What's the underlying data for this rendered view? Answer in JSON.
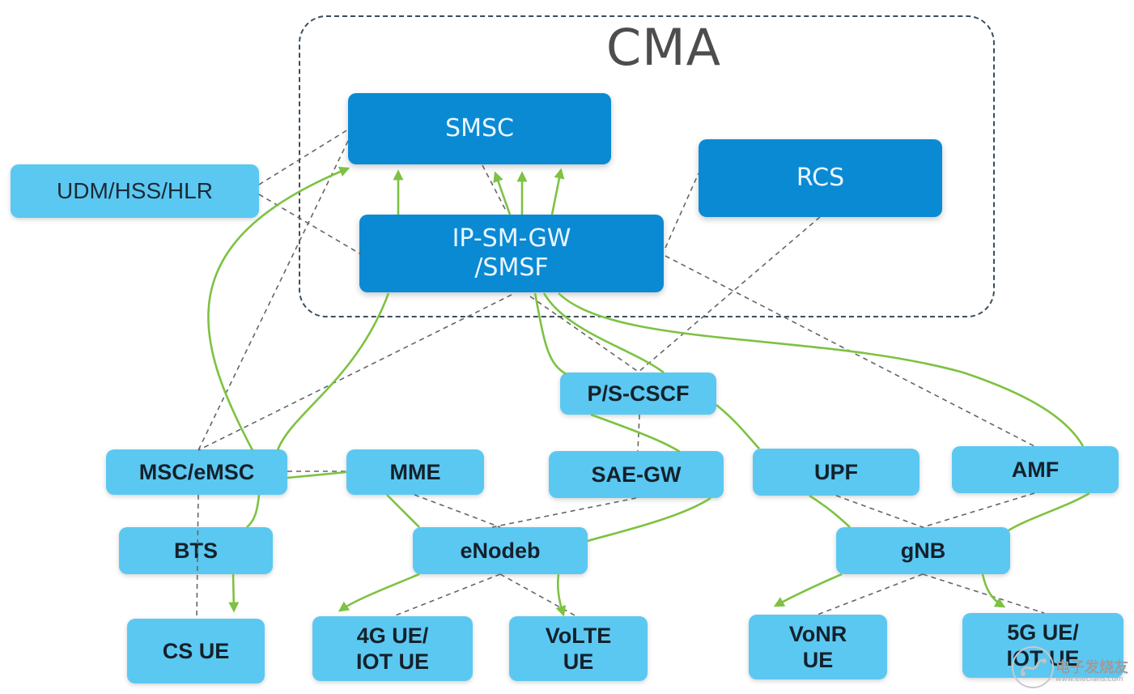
{
  "diagram": {
    "frame_title": "CMA",
    "nodes": {
      "smsc": "SMSC",
      "rcs": "RCS",
      "ipsmgw": "IP-SM-GW\n/SMSF",
      "udm": "UDM/HSS/HLR",
      "pscscf": "P/S-CSCF",
      "msc": "MSC/eMSC",
      "mme": "MME",
      "saegw": "SAE-GW",
      "upf": "UPF",
      "amf": "AMF",
      "bts": "BTS",
      "enodeb": "eNodeb",
      "gnb": "gNB",
      "csue": "CS UE",
      "ue4g": "4G UE/\nIOT   UE",
      "volte": "VoLTE\nUE",
      "vonr": "VoNR\nUE",
      "ue5g": "5G UE/\nIOT  UE"
    },
    "colors": {
      "core_node": "#0a8ad3",
      "edge_node": "#5bc8f2",
      "signal_line": "#7dc242",
      "dashed_line": "#666666",
      "frame_border": "#3a4d5c"
    }
  },
  "watermark": {
    "brand": "电子发烧友",
    "url": "www.elecfans.com",
    "icon": "elecfans-logo-icon"
  }
}
